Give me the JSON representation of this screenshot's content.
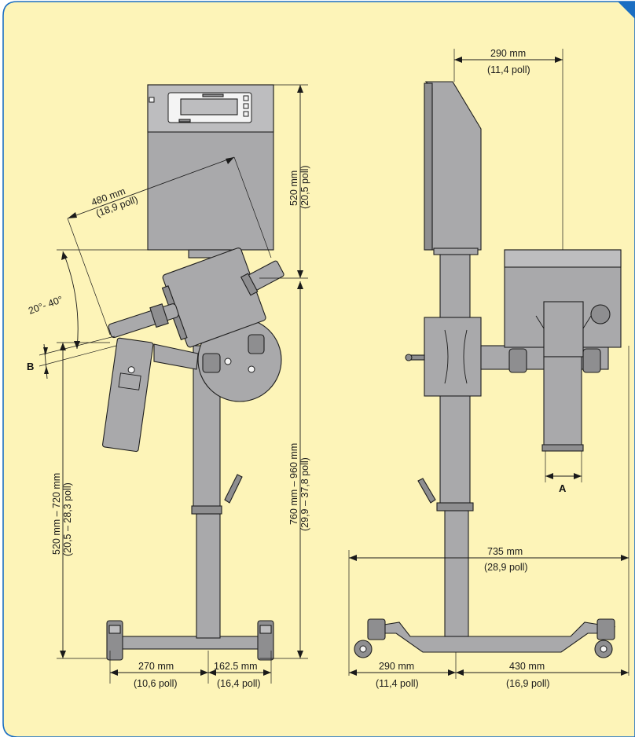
{
  "colors": {
    "background": "#fdf4b8",
    "frame_border": "#1b6ec2",
    "frame_tab": "#1b6ec2",
    "machine_gray": "#a9a9ab",
    "line": "#1a1a1a"
  },
  "front_view": {
    "dims": {
      "width_480": {
        "value": "480 mm",
        "sub": "(18,9 poll)"
      },
      "height_520": {
        "value": "520 mm",
        "sub": "(20,5 poll)"
      },
      "angle": {
        "value": "20°- 40°"
      },
      "label_b": "B",
      "column_760": {
        "value": "760 mm – 960 mm",
        "sub": "(29,9 – 37,8 poll)"
      },
      "column_520": {
        "value": "520 mm – 720 mm",
        "sub": "(20,5 – 28,3 poll)"
      },
      "base_270": {
        "value": "270 mm",
        "sub": "(10,6 poll)"
      },
      "base_162": {
        "value": "162.5 mm",
        "sub": "(16,4 poll)"
      }
    }
  },
  "side_view": {
    "dims": {
      "top_290": {
        "value": "290 mm",
        "sub": "(11,4 poll)"
      },
      "label_a": "A",
      "width_735": {
        "value": "735 mm",
        "sub": "(28,9 poll)"
      },
      "base_290": {
        "value": "290 mm",
        "sub": "(11,4 poll)"
      },
      "base_430": {
        "value": "430 mm",
        "sub": "(16,9 poll)"
      }
    }
  }
}
